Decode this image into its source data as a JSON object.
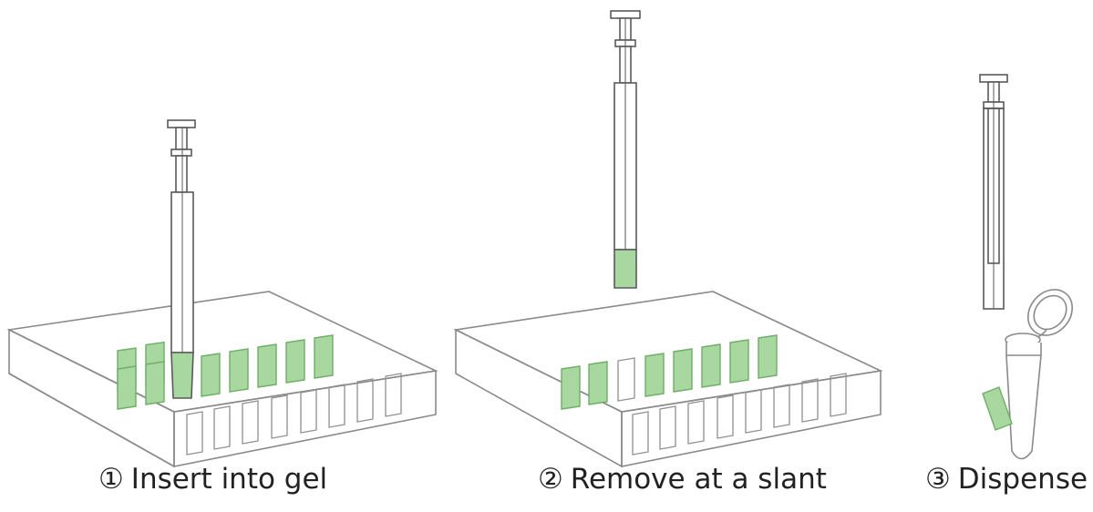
{
  "steps": [
    {
      "number": "①",
      "label": "Insert into gel"
    },
    {
      "number": "②",
      "label": "Remove at a slant"
    },
    {
      "number": "③",
      "label": "Dispense"
    }
  ],
  "colors": {
    "outline": "#8a8a8a",
    "tool_outline": "#5a5a5a",
    "gel_fill": "#a8d8a0",
    "gel_stroke": "#6fae68",
    "empty_well_stroke": "#909090"
  },
  "icons": [
    "gel-tray-icon",
    "gel-cutting-tip-icon",
    "microcentrifuge-tube-icon"
  ]
}
